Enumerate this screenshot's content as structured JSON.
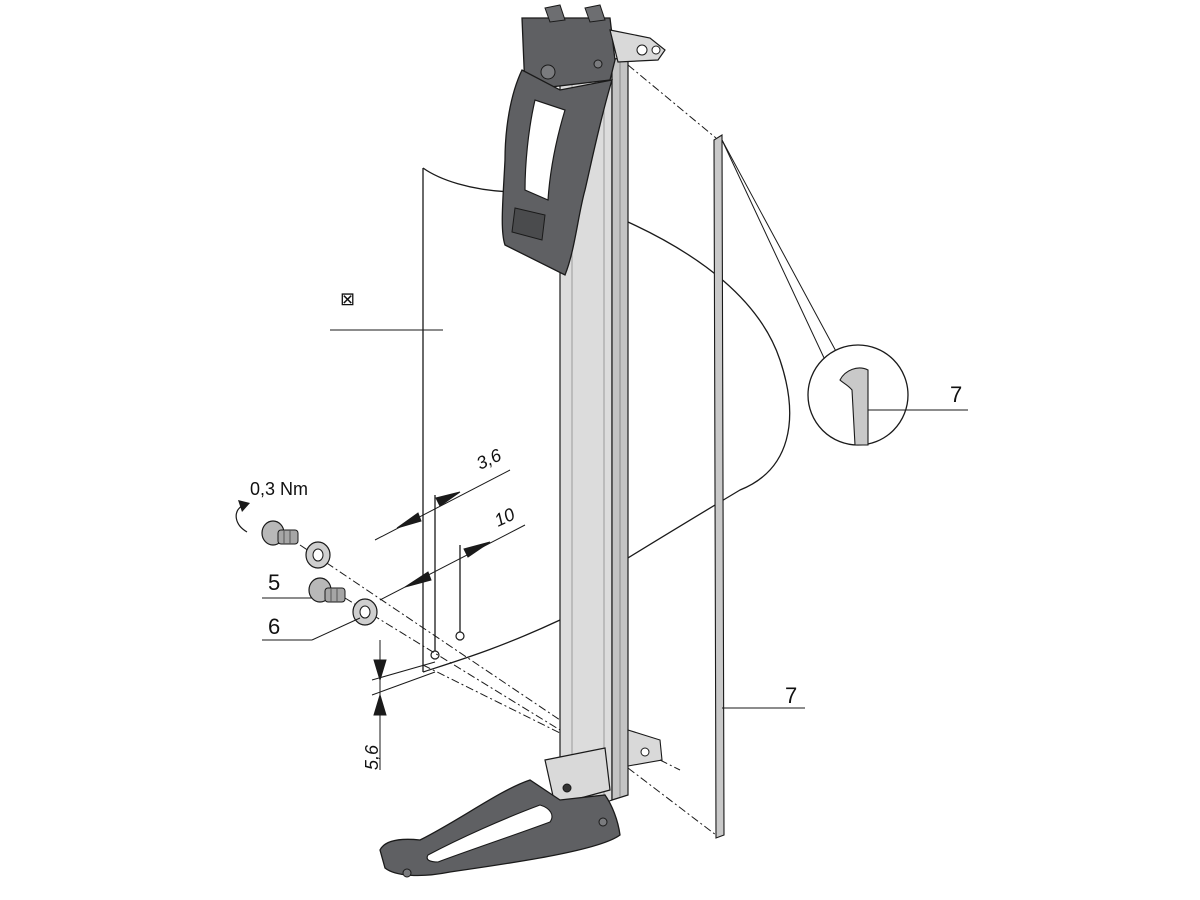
{
  "labels": {
    "torque": "0,3 Nm",
    "part_5": "5",
    "part_6": "6",
    "part_7_detail": "7",
    "part_7": "7",
    "x_mark": "⊠"
  },
  "dimensions": {
    "hole_offset": "3,6",
    "hole_spacing": "10",
    "bottom_offset": "5,6"
  },
  "colors": {
    "handle": "#5f6063",
    "handle_dark": "#3f4042",
    "profile": "#dcdcdc",
    "profile_edge": "#bdbdbd",
    "line": "#1a1a1a",
    "strip": "#c9c9c9"
  }
}
